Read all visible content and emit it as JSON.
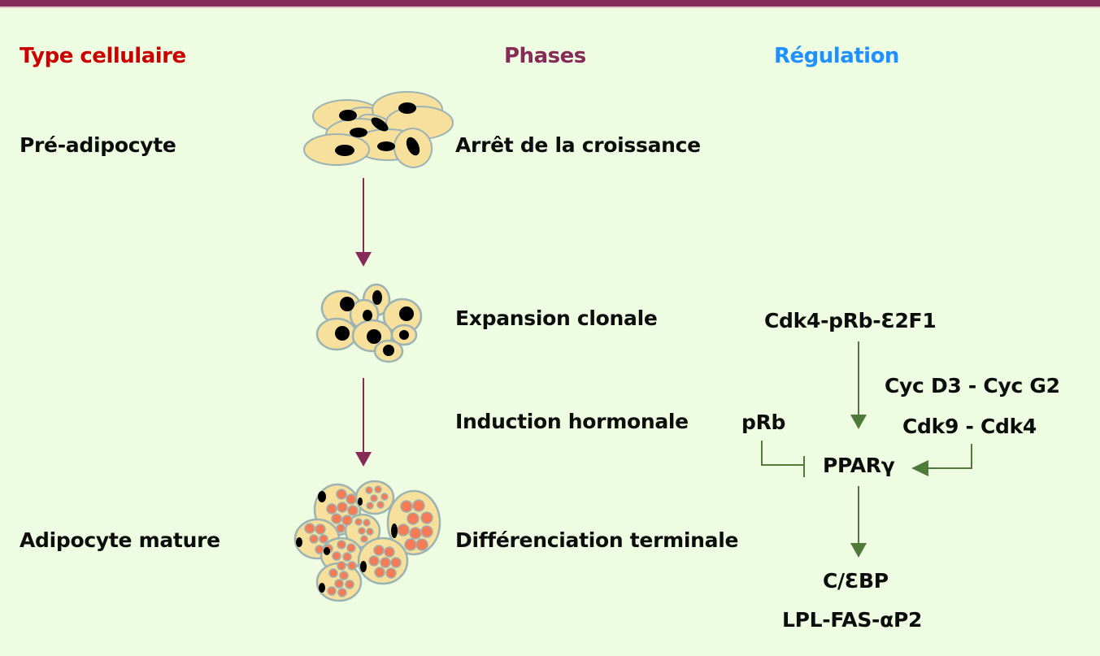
{
  "colors": {
    "background": "#eefde2",
    "top_bar": "#862a57",
    "header_type": "#cc0000",
    "header_phases": "#862a57",
    "header_regulation": "#1e90ff",
    "phase_arrow": "#862a57",
    "regulation_arrow": "#4f7a3a",
    "cell_fill": "#f7e09c",
    "cell_outline": "#9bb3b3",
    "nucleus": "#000000",
    "lipid_droplet": "#f77b55"
  },
  "headers": {
    "cell_type": "Type cellulaire",
    "phases": "Phases",
    "regulation": "Régulation"
  },
  "cell_types": [
    {
      "label": "Pré-adipocyte"
    },
    {
      "label": "Adipocyte mature"
    }
  ],
  "cell_illustrations": [
    {
      "name": "pre-adipocytes",
      "description": "confluent elongated cells with dark nuclei"
    },
    {
      "name": "clonal-expansion-cells",
      "description": "rounded cells with dark nuclei"
    },
    {
      "name": "mature-adipocytes",
      "description": "round cells filled with lipid droplets"
    }
  ],
  "phases": [
    {
      "label": "Arrêt de la croissance"
    },
    {
      "label": "Expansion clonale"
    },
    {
      "label": "Induction hormonale"
    },
    {
      "label": "Différenciation terminale"
    }
  ],
  "regulation": {
    "cdk_complex": "Cdk4-pRb-Ɛ2F1",
    "cyclins_line1": "Cyc D3 - Cyc G2",
    "cyclins_line2": "Cdk9 - Cdk4",
    "inhibitor": "pRb",
    "pparg": "PPARγ",
    "cebp": "C/ƐBP",
    "targets": "LPL-FAS-αP2"
  },
  "arrows": [
    {
      "from": "Cdk4-pRb-Ɛ2F1",
      "to": "PPARγ",
      "type": "activation"
    },
    {
      "from": "Cyc D3 - Cyc G2 / Cdk9 - Cdk4",
      "to": "PPARγ",
      "type": "activation"
    },
    {
      "from": "pRb",
      "to": "PPARγ",
      "type": "inhibition"
    },
    {
      "from": "PPARγ",
      "to": "C/ƐBP",
      "type": "activation"
    },
    {
      "from": "Pré-adipocyte",
      "to": "Expansion clonale",
      "type": "progression"
    },
    {
      "from": "Expansion clonale",
      "to": "Adipocyte mature",
      "type": "progression"
    }
  ]
}
